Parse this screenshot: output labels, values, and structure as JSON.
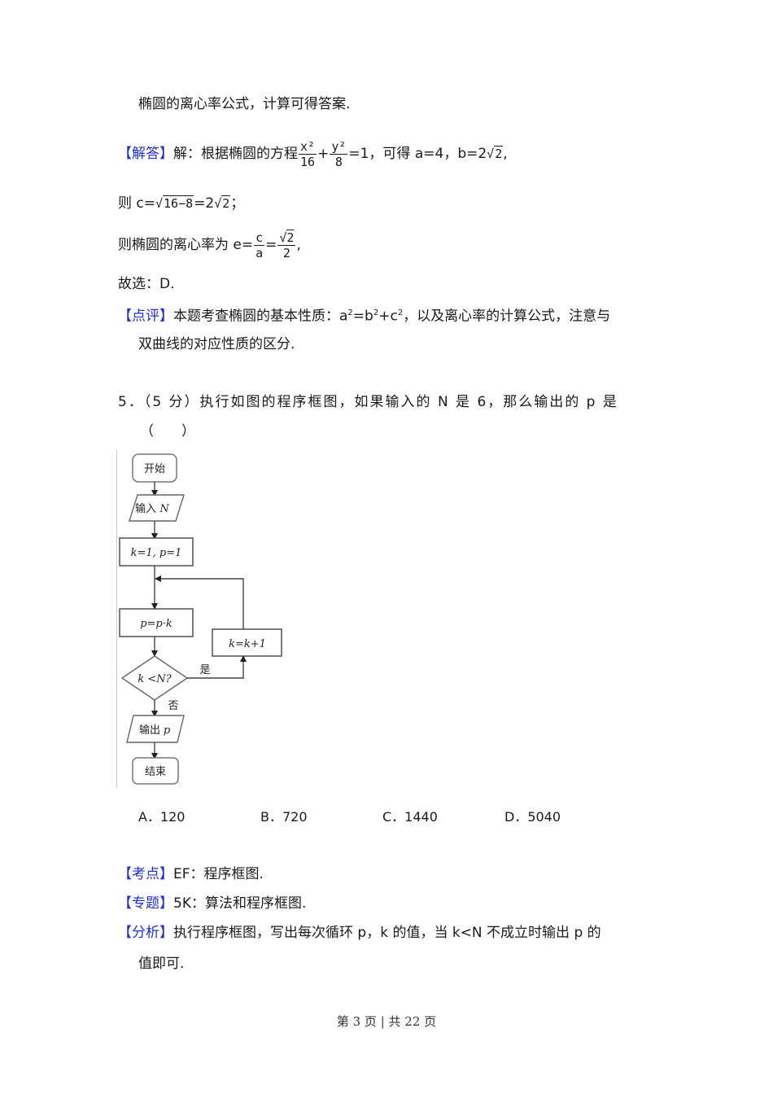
{
  "page": {
    "continuation": "椭圆的离心率公式，计算可得答案.",
    "solution": {
      "tag": "【解答】",
      "intro": "解：根据椭圆的方程",
      "frac1": {
        "num": "x²",
        "den": "16"
      },
      "plus": "+",
      "frac2": {
        "num": "y²",
        "den": "8"
      },
      "after": "=1，可得 a=4，b=2",
      "sqrt_b": "2",
      "end": ","
    },
    "line_c": {
      "prefix": "则 c=",
      "sqrt1": "16−8",
      "mid": "=2",
      "sqrt2": "2",
      "end": "；"
    },
    "line_e": {
      "prefix": "则椭圆的离心率为 e=",
      "frac1": {
        "num": "c",
        "den": "a"
      },
      "eq": "=",
      "frac2_sqrt": "2",
      "frac2_den": "2",
      "end": ","
    },
    "choose": "故选：D.",
    "comment": {
      "tag": "【点评】",
      "text1": "本题考查椭圆的基本性质：a",
      "text2": "=b",
      "text3": "+c",
      "text4": "，以及离心率的计算公式，注意与",
      "sup": "2",
      "line2": "双曲线的对应性质的区分."
    },
    "question": {
      "line1": "5．（5 分）执行如图的程序框图，如果输入的 N 是 6，那么输出的 p 是",
      "line2": "（　　）"
    },
    "flowchart": {
      "start": "开始",
      "input_label": "输入",
      "input_var": "N",
      "init": "k=1, p=1",
      "step": "p=p·k",
      "cond": "k <N?",
      "yes": "是",
      "no": "否",
      "incr": "k=k+1",
      "output_label": "输出",
      "output_var": "p",
      "end": "结束"
    },
    "options": [
      "A．120",
      "B．720",
      "C．1440",
      "D．5040"
    ],
    "kaodian": {
      "tag": "【考点】",
      "text": "EF：程序框图."
    },
    "zhuanti": {
      "tag": "【专题】",
      "text": "5K：算法和程序框图."
    },
    "fenxi": {
      "tag": "【分析】",
      "line1": "执行程序框图，写出每次循环 p，k 的值，当 k<N 不成立时输出 p 的",
      "line2": "值即可."
    },
    "footer": "第 3 页 | 共 22 页",
    "colors": {
      "tag": "#1f2fd6",
      "text": "#1a1a1a"
    }
  }
}
